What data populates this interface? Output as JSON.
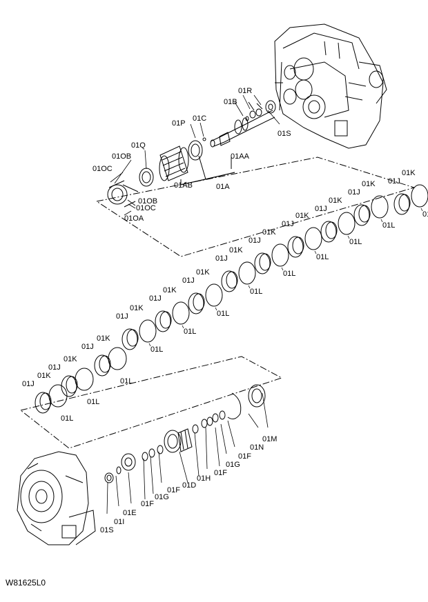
{
  "diagram_code": "W81625L0",
  "labels": {
    "a01R": "01R",
    "a01B": "01B",
    "a01S_top": "01S",
    "a01C": "01C",
    "a01P": "01P",
    "a01Q": "01Q",
    "a01OB_a": "01OB",
    "a01OC_a": "01OC",
    "a01AA": "01AA",
    "a01AB": "01AB",
    "a01A": "01A",
    "a01OB_b": "01OB",
    "a01OC_b": "01OC",
    "a01OA": "01OA",
    "J": "01J",
    "K": "01K",
    "L": "01L",
    "a01M": "01M",
    "a01N": "01N",
    "a01F_1": "01F",
    "a01G_1": "01G",
    "a01F_2": "01F",
    "a01H": "01H",
    "a01D": "01D",
    "a01F_3": "01F",
    "a01G_2": "01G",
    "a01F_4": "01F",
    "a01E": "01E",
    "a01I": "01I",
    "a01S_bot": "01S"
  }
}
